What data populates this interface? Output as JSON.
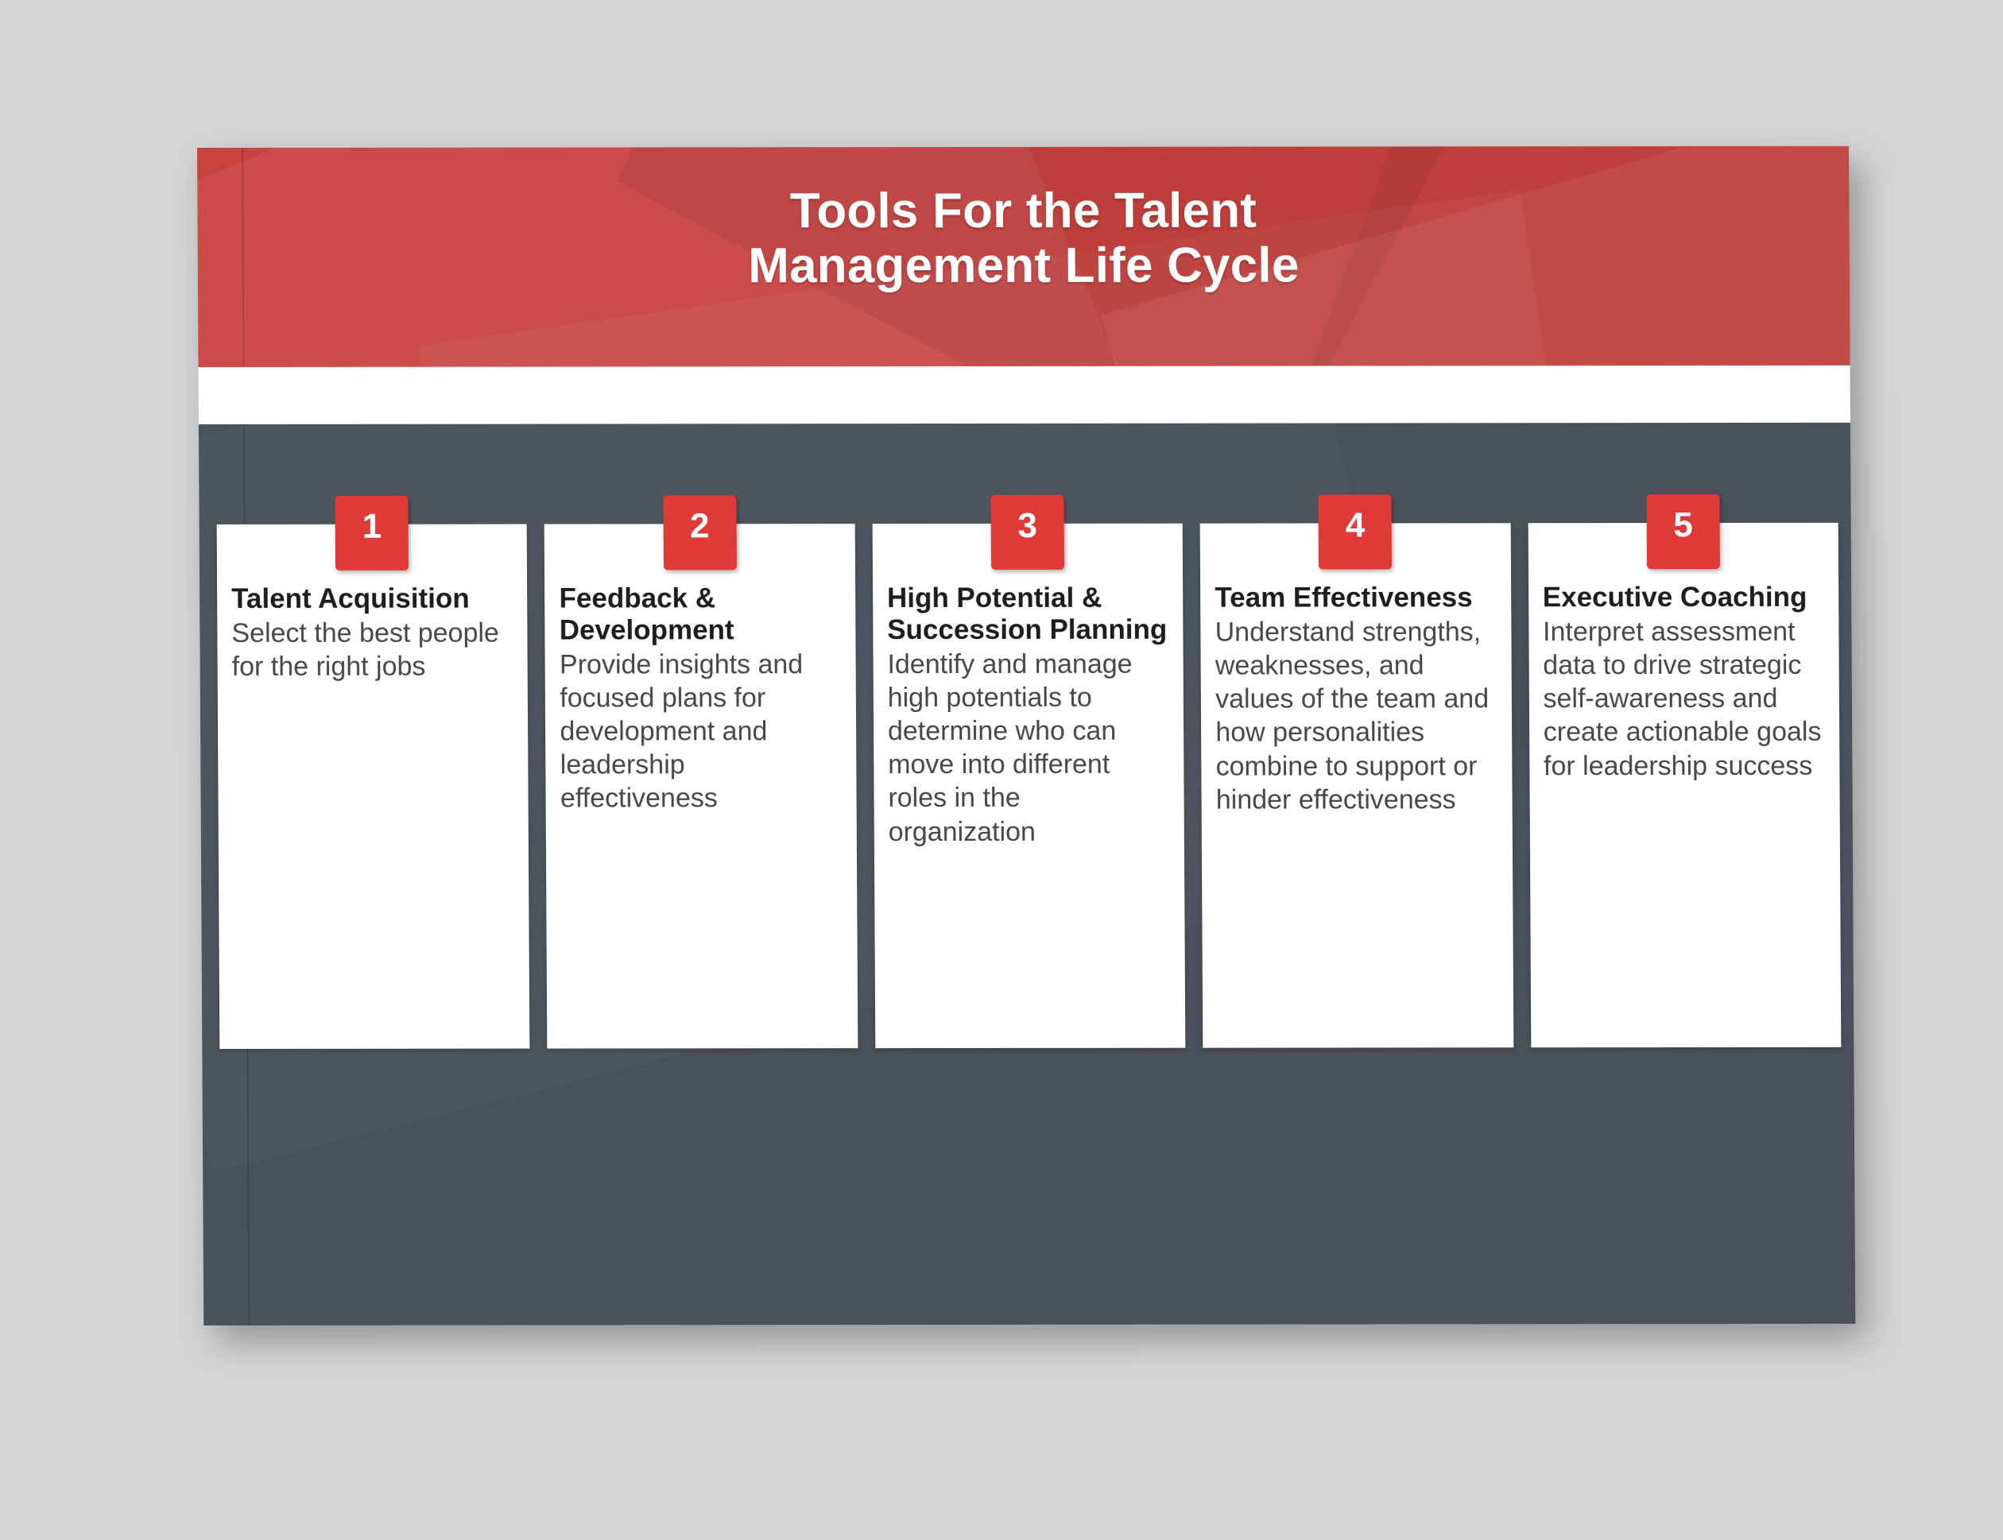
{
  "slide": {
    "title": "Tools For the Talent\nManagement Life Cycle",
    "colors": {
      "header_red": "#c8423f",
      "badge_red": "#e03a38",
      "body_slate": "#4b515b",
      "card_white": "#ffffff",
      "page_background": "#d5d5d6",
      "title_text": "#ffffff",
      "card_title_text": "#1d1d1d",
      "card_body_text": "#474747"
    },
    "cards": [
      {
        "number": "1",
        "title": "Talent Acquisition",
        "description": "Select the best people for the right jobs"
      },
      {
        "number": "2",
        "title": "Feedback & Development",
        "description": "Provide insights and focused plans for development and leadership effectiveness"
      },
      {
        "number": "3",
        "title": "High Potential & Succession Planning",
        "description": "Identify and manage high potentials to determine who can move into different roles in the organization"
      },
      {
        "number": "4",
        "title": "Team Effectiveness",
        "description": "Understand strengths, weaknesses, and values of the team and how personalities combine to support or hinder effectiveness"
      },
      {
        "number": "5",
        "title": "Executive Coaching",
        "description": "Interpret assessment data to drive strategic self-awareness and create actionable goals for leadership success"
      }
    ]
  }
}
